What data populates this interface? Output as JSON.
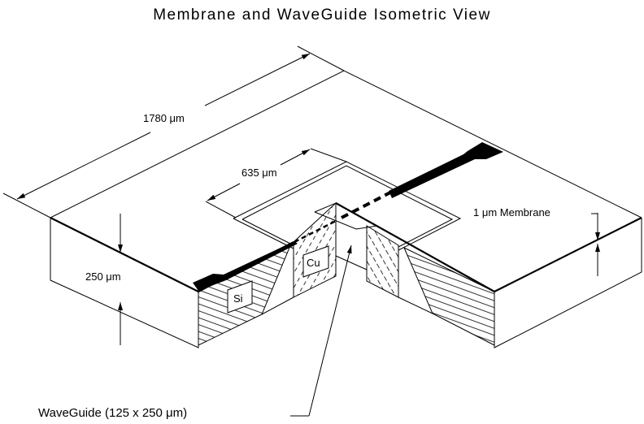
{
  "title": "Membrane and WaveGuide Isometric View",
  "labels": {
    "length": "1780 μm",
    "membrane_width": "635 μm",
    "thickness": "250 μm",
    "membrane": "1 μm Membrane",
    "silicon": "Si",
    "copper": "Cu",
    "waveguide": "WaveGuide  (125 x 250 μm)"
  },
  "colors": {
    "ink": "#000000",
    "background": "#ffffff"
  }
}
